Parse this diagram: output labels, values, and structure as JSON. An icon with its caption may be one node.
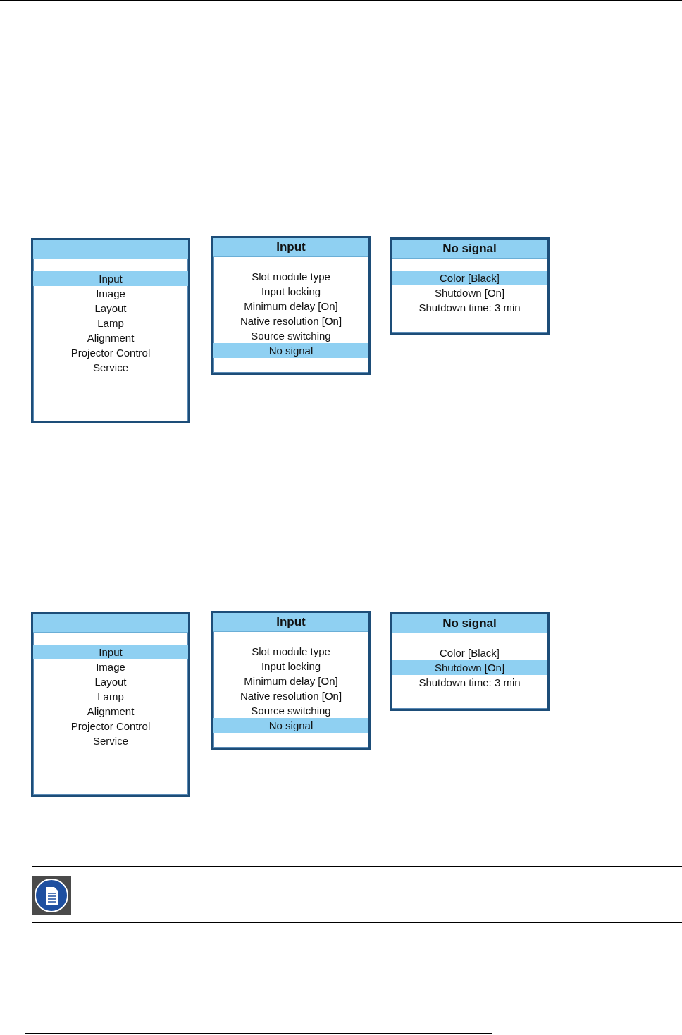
{
  "diagram": {
    "nodes": [
      {
        "text": [
          "Image",
          "Layout",
          "Lamp",
          "Alignment",
          "Projector Control",
          "Service"
        ]
      },
      {
        "text": [
          "Input"
        ],
        "in": 0
      },
      {
        "text": [
          "Input",
          "Slot module type",
          "Input locking",
          "Minimum delay [On]",
          "Native resolution [On]",
          "Source switching"
        ]
      },
      {
        "text": [
          "No signal"
        ],
        "in": 2
      },
      {
        "text": [
          "No signal",
          "Shutdown [On]",
          "Shutdown time: 3 min"
        ]
      },
      {
        "text": [
          "Color [Black]"
        ],
        "in": 4
      },
      {
        "text": [
          "Image",
          "Layout",
          "Lamp",
          "Alignment",
          "Projector Control",
          "Service"
        ]
      },
      {
        "text": [
          "Input"
        ],
        "in": 6
      },
      {
        "text": [
          "Input",
          "Slot module type",
          "Input locking",
          "Minimum delay [On]",
          "Native resolution [On]",
          "Source switching"
        ]
      },
      {
        "text": [
          "No signal"
        ],
        "in": 8
      },
      {
        "text": [
          "No signal",
          "Color [Black]",
          "Shutdown time: 3 min"
        ]
      },
      {
        "text": [
          "Shutdown [On]"
        ],
        "in": 10
      }
    ]
  }
}
